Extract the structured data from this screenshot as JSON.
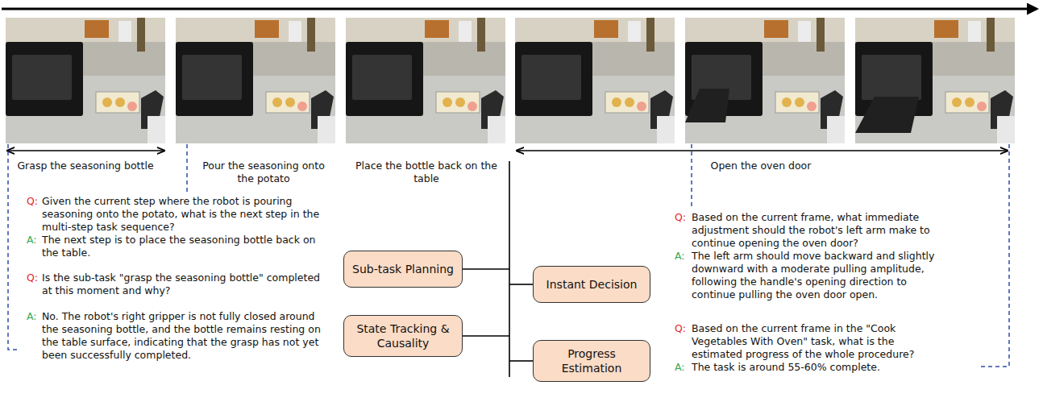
{
  "diagram": {
    "nodes": [
      {
        "text": [
          "Sub-task Planning"
        ]
      },
      {
        "text": [
          "Instant Decision"
        ]
      },
      {
        "text": [
          "State Tracking & Causality"
        ]
      },
      {
        "text": [
          "Progress Estimation"
        ]
      }
    ],
    "labels": [
      "Grasp the seasoning bottle",
      "Pour the seasoning onto the potato",
      "Place the bottle back on the table",
      "Open the oven door",
      "Q:",
      "Given the current step where the robot is pouring seasoning onto the potato, what is the next step in the multi-step task sequence?",
      "A:",
      "The next step is to place the seasoning bottle back on the table.",
      "Q:",
      "Is the sub-task \"grasp the seasoning bottle\" completed at this moment and why?",
      "A:",
      "No. The robot's right gripper is not fully closed around the seasoning bottle, and the bottle remains resting on the table surface, indicating that the grasp has not yet been successfully completed.",
      "Q:",
      "Based on the current frame, what immediate adjustment should the robot's left arm make to continue opening the oven door?",
      "A:",
      "The left arm should move backward and slightly downward with a moderate pulling amplitude, following the handle's opening direction to continue pulling the oven door open.",
      "Q:",
      "Based on the current frame in the \"Cook Vegetables With Oven\" task, what is the estimated progress of the whole procedure?",
      "A:",
      "The task is around 55-60% complete."
    ]
  }
}
